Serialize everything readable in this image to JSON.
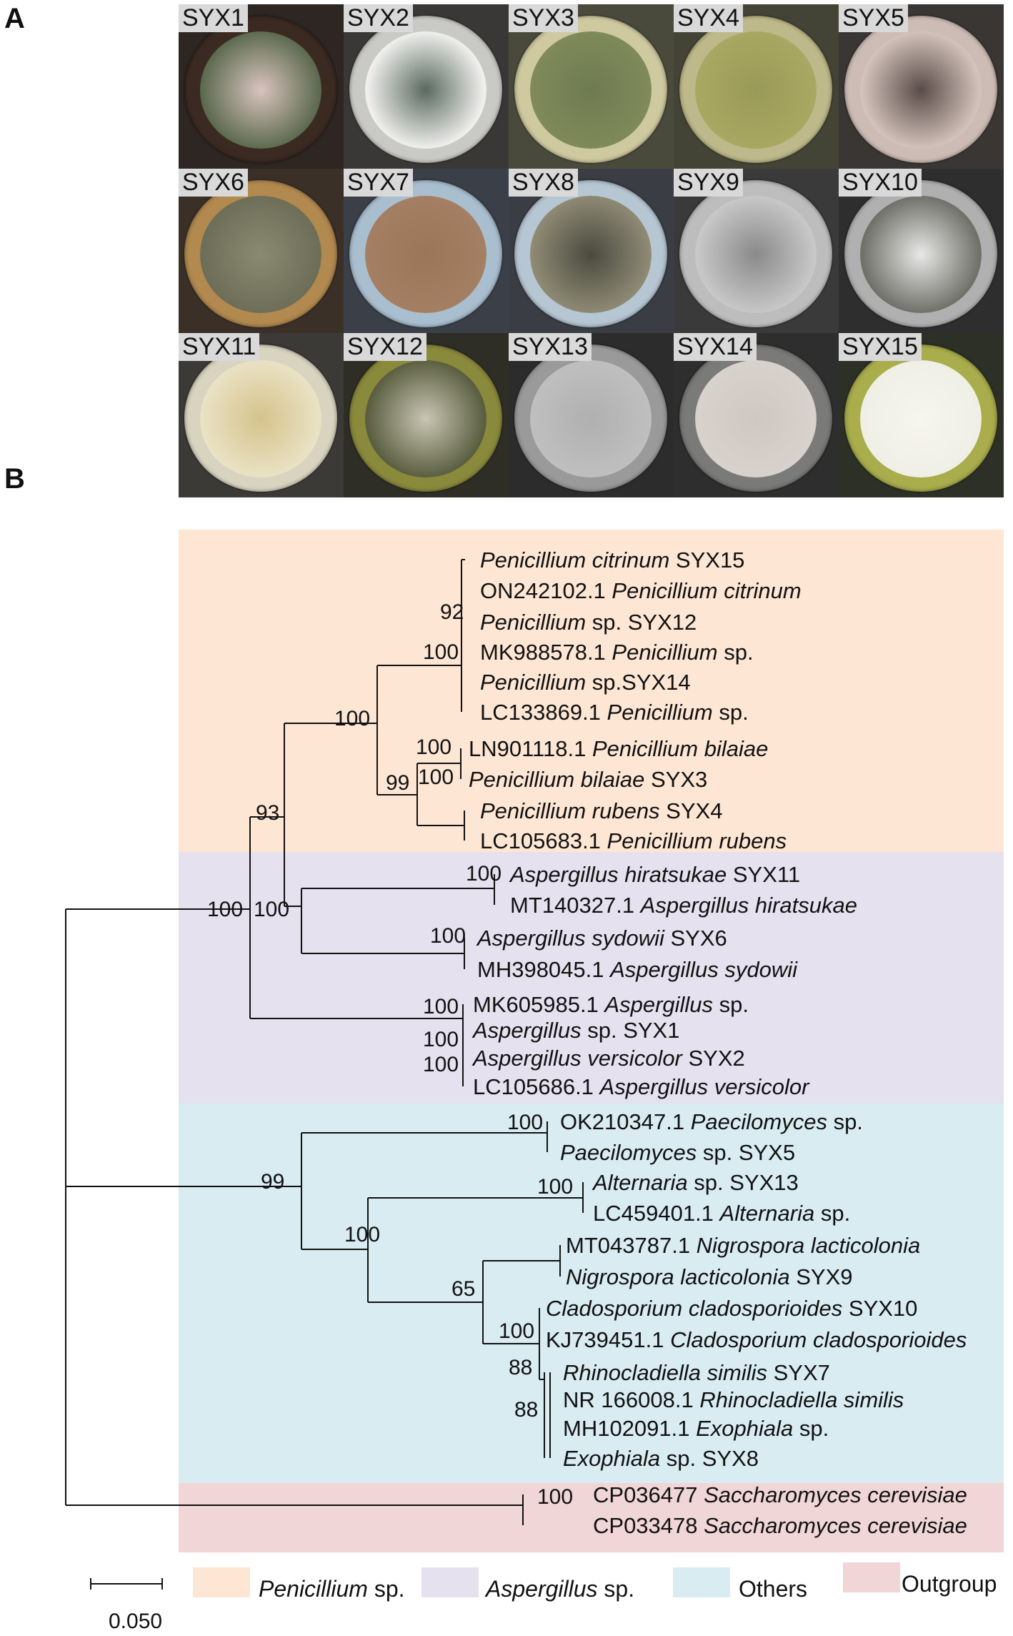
{
  "panels": {
    "a": "A",
    "b": "B"
  },
  "colors": {
    "penicillium": "#fde6d4",
    "aspergillus": "#e6e1ee",
    "others": "#d9ecf1",
    "outgroup": "#f0d6d6"
  },
  "plates": [
    {
      "label": "SYX1",
      "bg": "#2e2622",
      "dish": "#3b2a22",
      "colony": "#5c6a4e",
      "center": "#d9c4c0"
    },
    {
      "label": "SYX2",
      "bg": "#3a3836",
      "dish": "#c9c9c5",
      "colony": "#f1f0ee",
      "center": "#5a6a60"
    },
    {
      "label": "SYX3",
      "bg": "#4a4a3c",
      "dish": "#cfc9a0",
      "colony": "#7f8a5a",
      "center": "#6f7a52"
    },
    {
      "label": "SYX4",
      "bg": "#444436",
      "dish": "#bdb98a",
      "colony": "#a9a862",
      "center": "#9a9a58"
    },
    {
      "label": "SYX5",
      "bg": "#3a3634",
      "dish": "#cdbcb5",
      "colony": "#d4c3bc",
      "center": "#5a4c48"
    },
    {
      "label": "SYX6",
      "bg": "#3a3028",
      "dish": "#b2894f",
      "colony": "#6e6e58",
      "center": "#8a8a72"
    },
    {
      "label": "SYX7",
      "bg": "#3b4048",
      "dish": "#a9bfcf",
      "colony": "#a47f63",
      "center": "#9b7658"
    },
    {
      "label": "SYX8",
      "bg": "#3a3e44",
      "dish": "#b6c6d2",
      "colony": "#8e8a74",
      "center": "#4a4a40"
    },
    {
      "label": "SYX9",
      "bg": "#3a3a3a",
      "dish": "#bdbdbd",
      "colony": "#c8c8c8",
      "center": "#8a8a8a"
    },
    {
      "label": "SYX10",
      "bg": "#2e2e2e",
      "dish": "#b0b0b0",
      "colony": "#6f7068",
      "center": "#e8e8e8"
    },
    {
      "label": "SYX11",
      "bg": "#3b3a36",
      "dish": "#d8d4c0",
      "colony": "#e9e2c4",
      "center": "#d5c38c"
    },
    {
      "label": "SYX12",
      "bg": "#2e2e26",
      "dish": "#8a8a3c",
      "colony": "#5a5e40",
      "center": "#c9c6b4"
    },
    {
      "label": "SYX13",
      "bg": "#2c2c2c",
      "dish": "#9a9a9a",
      "colony": "#bfbfbf",
      "center": "#b0b0b0"
    },
    {
      "label": "SYX14",
      "bg": "#2e2e2e",
      "dish": "#7a7a78",
      "colony": "#d8d2cc",
      "center": "#cfc8c2"
    },
    {
      "label": "SYX15",
      "bg": "#2c3026",
      "dish": "#a9ad4c",
      "colony": "#f0efe6",
      "center": "#f6f5ee"
    }
  ],
  "tree": {
    "taxa": [
      [
        "Penicillium citrinum",
        " SYX15"
      ],
      [
        "ON242102.1 ",
        "Penicillium citrinum"
      ],
      [
        "Penicillium",
        " sp. SYX12"
      ],
      [
        "MK988578.1 ",
        "Penicillium",
        " sp."
      ],
      [
        "Penicillium",
        " sp.SYX14"
      ],
      [
        "LC133869.1 ",
        "Penicillium",
        " sp."
      ],
      [
        "LN901118.1 ",
        "Penicillium bilaiae"
      ],
      [
        "Penicillium bilaiae",
        " SYX3"
      ],
      [
        "Penicillium rubens",
        " SYX4"
      ],
      [
        "LC105683.1 ",
        "Penicillium rubens"
      ],
      [
        "Aspergillus hiratsukae",
        " SYX11"
      ],
      [
        "MT140327.1 ",
        "Aspergillus hiratsukae"
      ],
      [
        "Aspergillus sydowii",
        " SYX6"
      ],
      [
        "MH398045.1 ",
        "Aspergillus sydowii"
      ],
      [
        "MK605985.1 ",
        "Aspergillus",
        " sp."
      ],
      [
        "Aspergillus",
        " sp. SYX1"
      ],
      [
        "Aspergillus versicolor",
        " SYX2"
      ],
      [
        "LC105686.1 ",
        "Aspergillus versicolor"
      ],
      [
        "OK210347.1 ",
        "Paecilomyces",
        " sp."
      ],
      [
        "Paecilomyces",
        " sp. SYX5"
      ],
      [
        "Alternaria",
        " sp. SYX13"
      ],
      [
        "LC459401.1 ",
        "Alternaria",
        " sp."
      ],
      [
        "MT043787.1 ",
        "Nigrospora lacticolonia"
      ],
      [
        "Nigrospora lacticolonia",
        " SYX9"
      ],
      [
        "Cladosporium cladosporioides",
        " SYX10"
      ],
      [
        "KJ739451.1 ",
        "Cladosporium cladosporioides"
      ],
      [
        "Rhinocladiella similis",
        " SYX7"
      ],
      [
        "NR 166008.1 ",
        "Rhinocladiella similis"
      ],
      [
        "MH102091.1 ",
        "Exophiala",
        " sp."
      ],
      [
        "Exophiala",
        " sp. SYX8"
      ],
      [
        "CP036477 ",
        "Saccharomyces cerevisiae"
      ],
      [
        "CP033478 ",
        "Saccharomyces cerevisiae"
      ]
    ],
    "italic_first": [
      true,
      false,
      true,
      false,
      true,
      false,
      false,
      true,
      true,
      false,
      true,
      false,
      true,
      false,
      false,
      true,
      true,
      false,
      false,
      true,
      true,
      false,
      false,
      true,
      true,
      false,
      true,
      false,
      false,
      true,
      false,
      false
    ],
    "bootstrap": [
      "92",
      "100",
      "100",
      "100",
      "100",
      "99",
      "93",
      "100",
      "100",
      "100",
      "100",
      "100",
      "100",
      "100",
      "100",
      "100",
      "99",
      "100",
      "65",
      "100",
      "88",
      "88",
      "100"
    ],
    "scale_label": "0.050"
  },
  "legend": [
    {
      "italic": "Penicillium",
      "plain": " sp."
    },
    {
      "italic": "Aspergillus",
      "plain": " sp."
    },
    {
      "italic": "",
      "plain": "Others"
    },
    {
      "italic": "",
      "plain": "Outgroup"
    }
  ]
}
